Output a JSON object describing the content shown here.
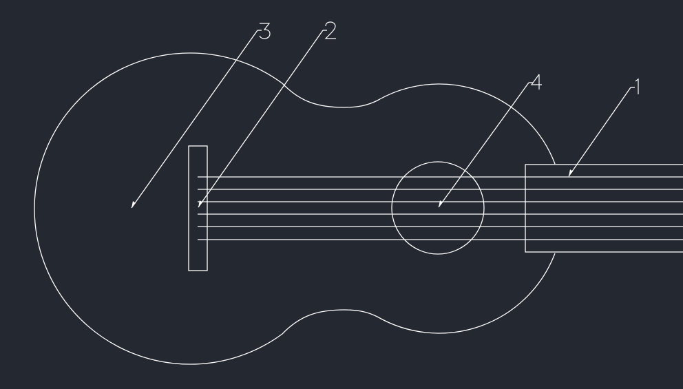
{
  "diagram": {
    "colors": {
      "background": "#232831",
      "stroke": "#ffffff"
    },
    "callouts": [
      {
        "id": "1",
        "label": "1"
      },
      {
        "id": "2",
        "label": "2"
      },
      {
        "id": "3",
        "label": "3"
      },
      {
        "id": "4",
        "label": "4"
      }
    ],
    "string_count": 6
  }
}
